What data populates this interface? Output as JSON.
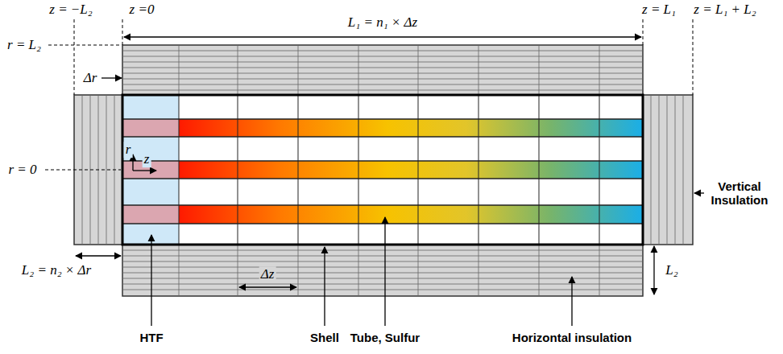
{
  "diagram": {
    "labels": [
      "z = −L₂",
      "z =0",
      "L₁ = n₁ × Δz",
      "z = L₁",
      "z = L₁ + L₂",
      "r = L₂",
      "Δr",
      "r",
      "z",
      "r = 0",
      "Vertical Insulation",
      "L₂ = n₂ × Δr",
      "Δz",
      "L₂",
      "HTF",
      "Shell",
      "Tube, Sulfur",
      "Horizontal insulation"
    ]
  }
}
